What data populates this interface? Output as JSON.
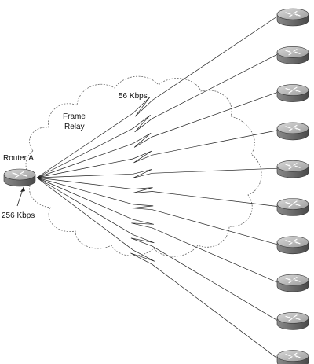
{
  "diagram": {
    "router_a_label": "Router A",
    "cloud_label_line1": "Frame",
    "cloud_label_line2": "Relay",
    "speed_remote_label": "56 Kbps",
    "speed_hub_label": "256 Kbps",
    "remote_router_count": 10
  }
}
